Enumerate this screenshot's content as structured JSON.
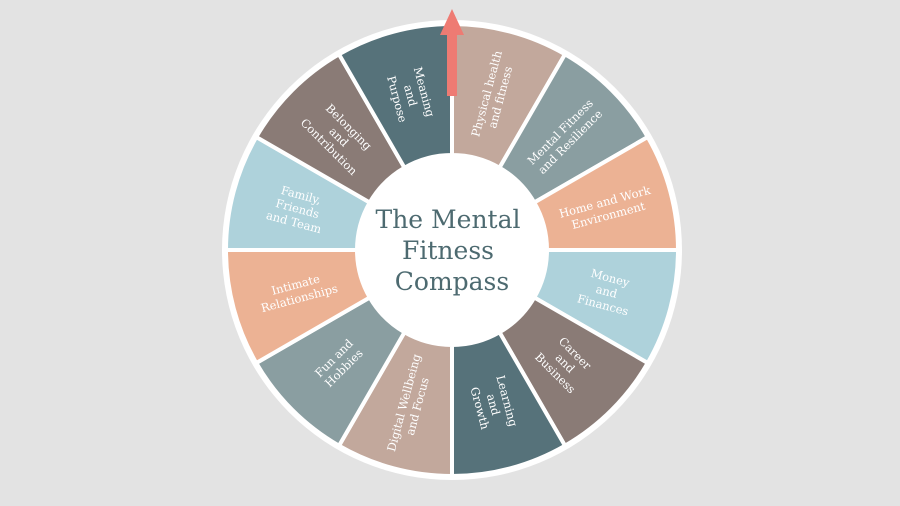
{
  "diagram": {
    "title_lines": [
      "The Mental",
      "Fitness",
      "Compass"
    ],
    "arrow_color": "#ee7b73",
    "ring_border_color": "#ffffff",
    "center_fill": "#ffffff",
    "title_color": "#4d6a70",
    "segments": [
      {
        "lines": [
          "Physical health",
          "and fitness"
        ],
        "color": "#c2a89c"
      },
      {
        "lines": [
          "Mental Fitness",
          "and Resilience"
        ],
        "color": "#8a9ea1"
      },
      {
        "lines": [
          "Home and Work",
          "Environment"
        ],
        "color": "#ecb294"
      },
      {
        "lines": [
          "Money",
          "and",
          "Finances"
        ],
        "color": "#aed2db"
      },
      {
        "lines": [
          "Career",
          "and",
          "Business"
        ],
        "color": "#8a7b76"
      },
      {
        "lines": [
          "Learning",
          "and",
          "Growth"
        ],
        "color": "#56727a"
      },
      {
        "lines": [
          "Digital Wellbeing",
          "and Focus"
        ],
        "color": "#c2a89c"
      },
      {
        "lines": [
          "Fun and",
          "Hobbies"
        ],
        "color": "#8a9ea1"
      },
      {
        "lines": [
          "Intimate",
          "Relationships"
        ],
        "color": "#ecb294"
      },
      {
        "lines": [
          "Family,",
          "Friends",
          "and Team"
        ],
        "color": "#aed2db"
      },
      {
        "lines": [
          "Belonging",
          "and",
          "Contribution"
        ],
        "color": "#8a7b76"
      },
      {
        "lines": [
          "Meaning",
          "and",
          "Purpose"
        ],
        "color": "#56727a"
      }
    ]
  }
}
